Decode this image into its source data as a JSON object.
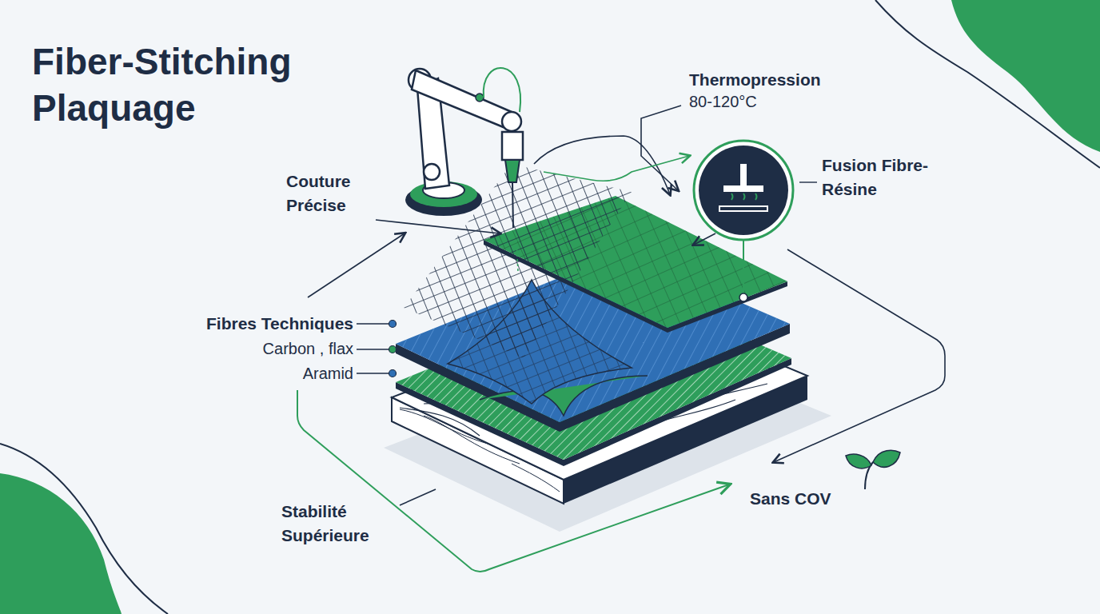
{
  "diagram": {
    "title": "Fiber-Stitching Plaquage",
    "labels": [
      "Couture Précise",
      "Thermopression",
      "80-120°C",
      "Fusion Fibre-Résine",
      "Fibres Techniques",
      "Carbon , flax",
      "Aramid",
      "Stabilité Supérieure",
      "Sans COV"
    ]
  }
}
